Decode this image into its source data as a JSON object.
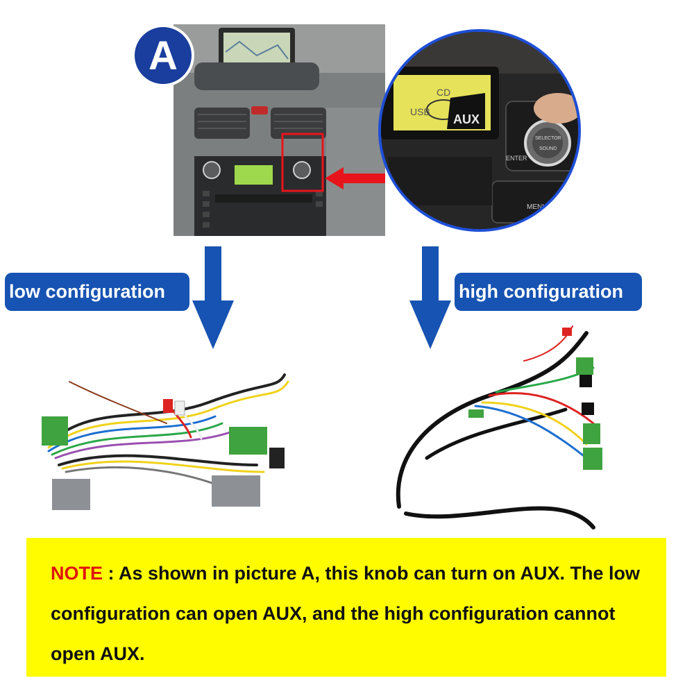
{
  "badge": {
    "letter": "A"
  },
  "zoom_display": {
    "line1": "CD",
    "line2": "USB",
    "line3": "AUX"
  },
  "zoom_buttons": {
    "enter": "ENTER",
    "menu": "MENU",
    "knob_top": "SELECTOR",
    "knob_bottom": "SOUND"
  },
  "labels": {
    "low": "low configuration",
    "high": "high configuration"
  },
  "note": {
    "prefix": "NOTE",
    "text": " : As shown in picture A, this knob can turn on AUX. The low configuration can open AUX, and the high configuration cannot open AUX."
  },
  "colors": {
    "badge_blue": "#1a3e9e",
    "arrow_blue": "#1753b2",
    "note_yellow": "#fffc00",
    "note_red": "#e0140e"
  }
}
